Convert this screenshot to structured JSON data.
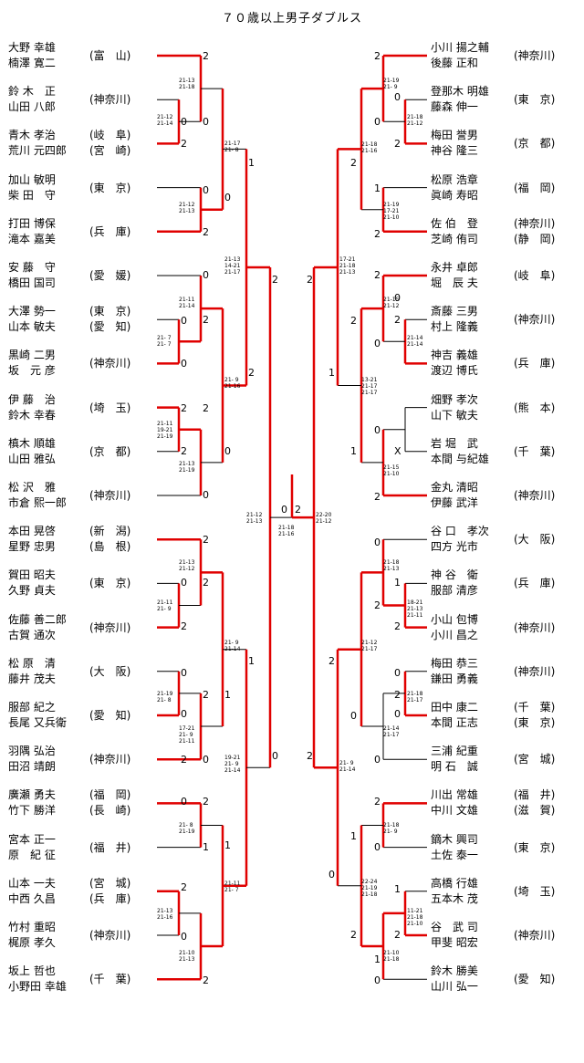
{
  "title": "７０歳以上男子ダブルス",
  "left": [
    {
      "p1": "大野 幸雄",
      "p2": "楠澤 寛二",
      "pref": "(富　山)"
    },
    {
      "p1": "鈴 木　正",
      "p2": "山田 八郎",
      "pref": "(神奈川)"
    },
    {
      "p1": "青木 孝治",
      "p2": "荒川 元四郎",
      "pref": "(岐　阜)\n(宮　崎)"
    },
    {
      "p1": "加山 敏明",
      "p2": "柴 田　守",
      "pref": "(東　京)"
    },
    {
      "p1": "打田 博保",
      "p2": "滝本 嘉美",
      "pref": "(兵　庫)"
    },
    {
      "p1": "安 藤　守",
      "p2": "橋田 国司",
      "pref": "(愛　媛)"
    },
    {
      "p1": "大澤 勢一",
      "p2": "山本 敏夫",
      "pref": "(東　京)\n(愛　知)"
    },
    {
      "p1": "黒崎 二男",
      "p2": "坂　元 彦",
      "pref": "(神奈川)"
    },
    {
      "p1": "伊 藤　治",
      "p2": "鈴木 幸春",
      "pref": "(埼　玉)"
    },
    {
      "p1": "槙木 順雄",
      "p2": "山田 雅弘",
      "pref": "(京　都)"
    },
    {
      "p1": "松 沢　雅",
      "p2": "市倉 熙一郎",
      "pref": "(神奈川)"
    },
    {
      "p1": "本田 晃啓",
      "p2": "星野 忠男",
      "pref": "(新　潟)\n(島　根)"
    },
    {
      "p1": "賀田 昭夫",
      "p2": "久野 貞夫",
      "pref": "(東　京)"
    },
    {
      "p1": "佐藤 善二郎",
      "p2": "古賀 通次",
      "pref": "(神奈川)"
    },
    {
      "p1": "松 原　清",
      "p2": "藤井 茂夫",
      "pref": "(大　阪)"
    },
    {
      "p1": "服部 紀之",
      "p2": "長尾 又兵衛",
      "pref": "(愛　知)"
    },
    {
      "p1": "羽隅 弘治",
      "p2": "田沼 靖朗",
      "pref": "(神奈川)"
    },
    {
      "p1": "廣瀬 勇夫",
      "p2": "竹下 勝洋",
      "pref": "(福　岡)\n(長　崎)"
    },
    {
      "p1": "宮本 正一",
      "p2": "原　紀 征",
      "pref": "(福　井)"
    },
    {
      "p1": "山本 一夫",
      "p2": "中西 久昌",
      "pref": "(宮　城)\n(兵　庫)"
    },
    {
      "p1": "竹村 重昭",
      "p2": "梶原 孝久",
      "pref": "(神奈川)"
    },
    {
      "p1": "坂上 哲也",
      "p2": "小野田 幸雄",
      "pref": "(千　葉)"
    }
  ],
  "right": [
    {
      "p1": "小川 揚之輔",
      "p2": "後藤 正和",
      "pref": "(神奈川)"
    },
    {
      "p1": "登那木 明雄",
      "p2": "藤森 伸一",
      "pref": "(東　京)"
    },
    {
      "p1": "梅田 誉男",
      "p2": "神谷 隆三",
      "pref": "(京　都)"
    },
    {
      "p1": "松原 浩章",
      "p2": "眞崎 寿昭",
      "pref": "(福　岡)"
    },
    {
      "p1": "佐 伯　登",
      "p2": "芝崎 侑司",
      "pref": "(神奈川)\n(静　岡)"
    },
    {
      "p1": "永井 卓郎",
      "p2": "堀　辰 夫",
      "pref": "(岐　阜)"
    },
    {
      "p1": "斎藤 三男",
      "p2": "村上 隆義",
      "pref": "(神奈川)"
    },
    {
      "p1": "神吉 義雄",
      "p2": "渡辺 博氏",
      "pref": "(兵　庫)"
    },
    {
      "p1": "畑野 孝次",
      "p2": "山下 敏夫",
      "pref": "(熊　本)"
    },
    {
      "p1": "岩 堀　武",
      "p2": "本間 与紀雄",
      "pref": "(千　葉)"
    },
    {
      "p1": "金丸 清昭",
      "p2": "伊藤 武洋",
      "pref": "(神奈川)"
    },
    {
      "p1": "谷 口　孝次",
      "p2": "四方 光市",
      "pref": "(大　阪)"
    },
    {
      "p1": "神 谷　衛",
      "p2": "服部 清彦",
      "pref": "(兵　庫)"
    },
    {
      "p1": "小山 包博",
      "p2": "小川 昌之",
      "pref": "(神奈川)"
    },
    {
      "p1": "梅田 恭三",
      "p2": "鎌田 勇義",
      "pref": "(神奈川)"
    },
    {
      "p1": "田中 康二",
      "p2": "本間 正志",
      "pref": "(千　葉)\n(東　京)"
    },
    {
      "p1": "三浦 紀重",
      "p2": "明 石　誠",
      "pref": "(宮　城)"
    },
    {
      "p1": "川出 常雄",
      "p2": "中川 文雄",
      "pref": "(福　井)\n(滋　賀)"
    },
    {
      "p1": "鏑木 興司",
      "p2": "土佐 泰一",
      "pref": "(東　京)"
    },
    {
      "p1": "高橋 行雄",
      "p2": "五本木 茂",
      "pref": "(埼　玉)"
    },
    {
      "p1": "谷　武 司",
      "p2": "甲斐 昭宏",
      "pref": "(神奈川)"
    },
    {
      "p1": "鈴木 勝美",
      "p2": "山川 弘一",
      "pref": "(愛　知)"
    }
  ],
  "scores": {
    "s_l1": [
      "21-13",
      "21-18"
    ],
    "s_l2": [
      "21-12",
      "21-14"
    ],
    "s_l3": [
      "21-17",
      "21- 8"
    ],
    "s_l4": [
      "21-12",
      "21-13"
    ],
    "s_l5": [
      "21-13",
      "14-21",
      "21-17"
    ],
    "s_l6": [
      "21-11",
      "21-14"
    ],
    "s_l7": [
      "21- 7",
      "21- 7"
    ],
    "s_l8": [
      "21- 9",
      "21-16"
    ],
    "s_l9": [
      "21-11",
      "19-21",
      "21-19"
    ],
    "s_l10": [
      "21-13",
      "21-19"
    ],
    "s_l11": [
      "21-12",
      "21-13"
    ],
    "s_l12": [
      "21-13",
      "21-12"
    ],
    "s_l13": [
      "21-11",
      "21- 9"
    ],
    "s_l14": [
      "21- 9",
      "21-14"
    ],
    "s_l15": [
      "21-19",
      "21- 8"
    ],
    "s_l16": [
      "17-21",
      "21- 9",
      "21-11"
    ],
    "s_l17": [
      "19-21",
      "21- 9",
      "21-14"
    ],
    "s_l18": [
      "21- 8",
      "21-19"
    ],
    "s_l19": [
      "21-11",
      "21- 7"
    ],
    "s_l20": [
      "21-13",
      "21-16"
    ],
    "s_l21": [
      "21-10",
      "21-13"
    ],
    "s_c": [
      "21-18",
      "21-16"
    ],
    "s_r1": [
      "21-19",
      "21- 9"
    ],
    "s_r2": [
      "21-18",
      "21-12"
    ],
    "s_r3": [
      "21-18",
      "21-16"
    ],
    "s_r4": [
      "21-19",
      "17-21",
      "21-10"
    ],
    "s_r5": [
      "17-21",
      "21-18",
      "21-13"
    ],
    "s_r6": [
      "21-15",
      "21-12"
    ],
    "s_r7": [
      "21-14",
      "21-14"
    ],
    "s_r8": [
      "13-21",
      "21-17",
      "21-17"
    ],
    "s_r9": [
      "21-15",
      "21-10"
    ],
    "s_r10": [
      "22-20",
      "21-12"
    ],
    "s_r11": [
      "21-18",
      "21-13"
    ],
    "s_r12": [
      "18-21",
      "21-13",
      "21-11"
    ],
    "s_r13": [
      "21-12",
      "21-17"
    ],
    "s_r14": [
      "21-18",
      "21-17"
    ],
    "s_r15": [
      "21-14",
      "21-17"
    ],
    "s_r16": [
      "21- 9",
      "21-14"
    ],
    "s_r17": [
      "21-18",
      "21- 9"
    ],
    "s_r18": [
      "22-24",
      "21-19",
      "21-18"
    ],
    "s_r19": [
      "11-21",
      "21-18",
      "21-10"
    ],
    "s_r20": [
      "21-10",
      "21-18"
    ]
  },
  "marks": {
    "w_l1": "2",
    "w_l2": "0",
    "w_l3": "0",
    "w_l4": "2",
    "w_l5": "1",
    "w_l6": "0",
    "w_l7": "0",
    "w_l8": "2",
    "w_l9": "2",
    "w_l10": "0",
    "w_l11": "0",
    "w_l12": "2",
    "w_l13": "0",
    "w_l14": "2",
    "w_l15": "2",
    "w_l16": "2",
    "w_l17": "2",
    "w_l18": "0",
    "w_l19": "0",
    "w_l20": "2",
    "w_l21": "1",
    "w_l22": "0",
    "w_l23": "2",
    "w_l24": "2",
    "w_l25": "0",
    "w_l26": "2",
    "w_l27": "0",
    "w_l28": "1",
    "w_l29": "0",
    "w_l30": "2",
    "w_l31": "0",
    "w_l32": "0",
    "w_l33": "2",
    "w_l34": "1",
    "w_l35": "0",
    "w_l36": "0",
    "w_l37": "2",
    "w_l38": "1",
    "w_l39": "0",
    "w_l40": "2",
    "w_l41": "0",
    "w_l42": "0",
    "w_l43": "0",
    "w_l44": "2",
    "w_l45": "0",
    "w_l46": "2",
    "w_l47": "2",
    "w_l48": "0",
    "w_l49": "2",
    "w_c1": "0",
    "w_c2": "2",
    "w_r1": "2",
    "w_r2": "0",
    "w_r3": "0",
    "w_r4": "2",
    "w_r5": "2",
    "w_r6": "2",
    "w_r7": "1",
    "w_r8": "2",
    "w_r9": "0",
    "w_r10": "2",
    "w_r11": "2",
    "w_r12": "0",
    "w_r13": "0",
    "w_r14": "2",
    "w_r15": "2",
    "w_r16": "1",
    "w_r17": "0",
    "w_r18": "X",
    "w_r19": "1",
    "w_r20": "2",
    "w_r21": "0",
    "w_r22": "2",
    "w_r23": "1",
    "w_r24": "2",
    "w_r25": "0",
    "w_r26": "2",
    "w_r27": "2",
    "w_r28": "0",
    "w_r29": "2",
    "w_r30": "0",
    "w_r31": "1",
    "w_r32": "2",
    "w_r33": "0",
    "w_r34": "1",
    "w_r35": "2",
    "w_r36": "0",
    "w_r37": "1",
    "w_r38": "2",
    "w_r39": "1",
    "w_r40": "2",
    "w_r41": "0",
    "w_r42": "0",
    "w_r43": "2"
  },
  "colors": {
    "win": "#e00000",
    "line": "#000000"
  }
}
